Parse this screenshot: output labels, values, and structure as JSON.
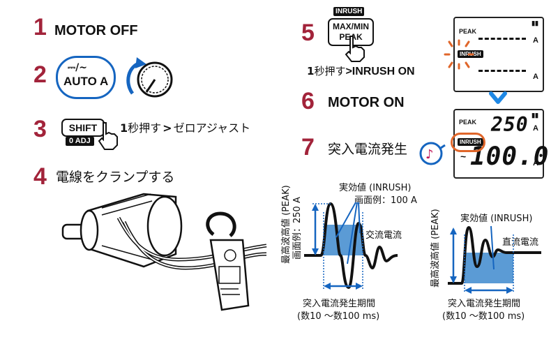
{
  "steps": {
    "s1": {
      "num": "1",
      "text": "MOTOR OFF"
    },
    "s2": {
      "num": "2",
      "key_top": "⎓/~",
      "key_main": "AUTO A"
    },
    "s3": {
      "num": "3",
      "key_top": "SHIFT",
      "key_bottom": "0 ADJ",
      "text_bold": "1",
      "text_rest": "秒押す",
      "arrow": ">",
      "text_tail": "ゼロアジャスト"
    },
    "s4": {
      "num": "4",
      "text": "電線をクランプする"
    },
    "s5": {
      "num": "5",
      "tag": "INRUSH",
      "key_top": "MAX/MIN",
      "key_bottom": "PEAK",
      "text_bold": "1",
      "text_rest": "秒押す",
      "text_tail": ">INRUSH ON"
    },
    "s6": {
      "num": "6",
      "text": "MOTOR ON"
    },
    "s7": {
      "num": "7",
      "text": "突入電流発生"
    }
  },
  "lcd1": {
    "peak": "PEAK",
    "inrush": "INRUSH",
    "unit_top": "A",
    "unit_bottom": "A",
    "battery": "▮▮"
  },
  "lcd2": {
    "peak": "PEAK",
    "inrush": "INRUSH",
    "top_value": "250",
    "bottom_value": "100.0",
    "unit_top": "A",
    "unit_bottom": "A",
    "ac_symbol": "~"
  },
  "graph_ac": {
    "ylabel": "最高波高値 (PEAK)",
    "ylabel2": "画面例：250 A",
    "rms_label": "実効値 (INRUSH)",
    "rms_example": "画面例：100 A",
    "type_label": "交流電流",
    "period_label": "突入電流発生期間",
    "period_range": "(数10 ～数100 ms)"
  },
  "graph_dc": {
    "ylabel": "最高波高値 (PEAK)",
    "rms_label": "実効値 (INRUSH)",
    "type_label": "直流電流",
    "period_label": "突入電流発生期間",
    "period_range": "(数10 ～数100 ms)"
  },
  "colors": {
    "step_number": "#a2233a",
    "accent_blue": "#1565c0",
    "fill_blue": "#5b9bd5",
    "orange": "#e0662a"
  }
}
